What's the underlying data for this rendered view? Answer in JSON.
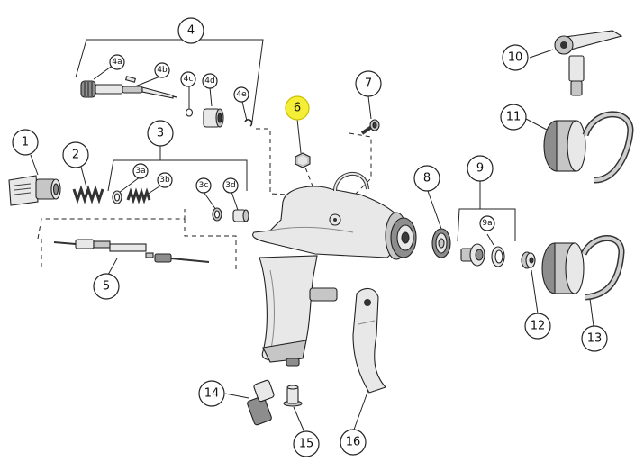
{
  "diagram": {
    "highlight_color": "#f5ee37",
    "callouts": [
      {
        "id": "1",
        "label": "1"
      },
      {
        "id": "2",
        "label": "2"
      },
      {
        "id": "3",
        "label": "3"
      },
      {
        "id": "3a",
        "label": "3a"
      },
      {
        "id": "3b",
        "label": "3b"
      },
      {
        "id": "3c",
        "label": "3c"
      },
      {
        "id": "3d",
        "label": "3d"
      },
      {
        "id": "4",
        "label": "4"
      },
      {
        "id": "4a",
        "label": "4a"
      },
      {
        "id": "4b",
        "label": "4b"
      },
      {
        "id": "4c",
        "label": "4c"
      },
      {
        "id": "4d",
        "label": "4d"
      },
      {
        "id": "4e",
        "label": "4e"
      },
      {
        "id": "5",
        "label": "5"
      },
      {
        "id": "6",
        "label": "6",
        "highlighted": true
      },
      {
        "id": "7",
        "label": "7"
      },
      {
        "id": "8",
        "label": "8"
      },
      {
        "id": "9",
        "label": "9"
      },
      {
        "id": "9a",
        "label": "9a"
      },
      {
        "id": "10",
        "label": "10"
      },
      {
        "id": "11",
        "label": "11"
      },
      {
        "id": "12",
        "label": "12"
      },
      {
        "id": "13",
        "label": "13"
      },
      {
        "id": "14",
        "label": "14"
      },
      {
        "id": "15",
        "label": "15"
      },
      {
        "id": "16",
        "label": "16"
      }
    ]
  }
}
